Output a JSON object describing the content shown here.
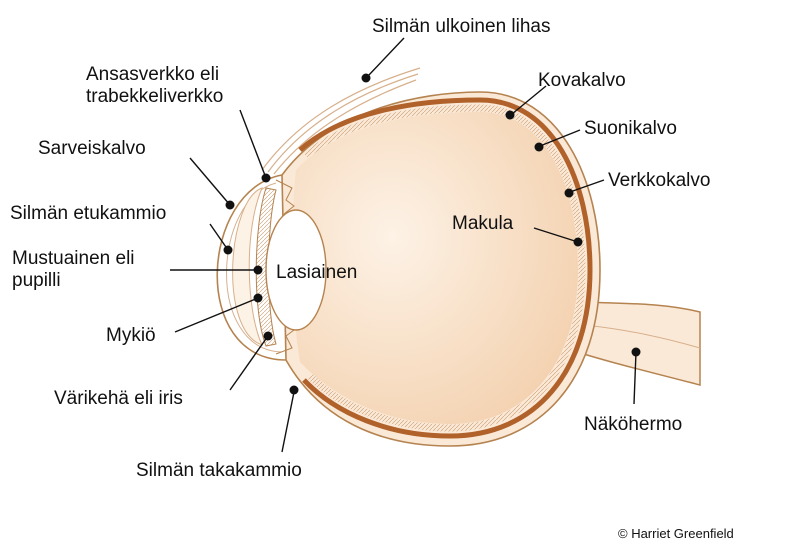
{
  "diagram": {
    "labels": {
      "external_muscle": "Silmän ulkoinen lihas",
      "trabecular_line1": "Ansasverkko eli",
      "trabecular_line2": "trabekkeliverkko",
      "cornea": "Sarveiskalvo",
      "anterior_chamber": "Silmän etukammio",
      "pupil_line1": "Mustuainen eli",
      "pupil_line2": "pupilli",
      "lens": "Mykiö",
      "iris": "Värikehä eli iris",
      "posterior_chamber": "Silmän takakammio",
      "vitreous": "Lasiainen",
      "sclera": "Kovakalvo",
      "choroid": "Suonikalvo",
      "retina": "Verkkokalvo",
      "macula": "Makula",
      "optic_nerve": "Näköhermo"
    },
    "credit": "© Harriet Greenfield"
  },
  "colors": {
    "vitreous_fill": "#f6d9bd",
    "sclera_fill": "#fbe9d8",
    "choroid_band": "#b0622a",
    "outline": "#b5834f",
    "leader": "#111111"
  }
}
